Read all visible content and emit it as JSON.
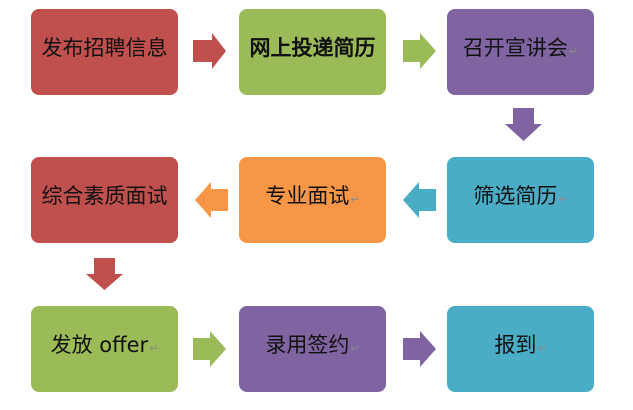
{
  "colors": {
    "red": "#C0504D",
    "green": "#9BBB59",
    "purple": "#8064A2",
    "aqua": "#4BACC6",
    "orange": "#F79646"
  },
  "steps": [
    {
      "label": "发布招聘信息"
    },
    {
      "label": "网上投递简历"
    },
    {
      "label": "召开宣讲会"
    },
    {
      "label": "筛选简历"
    },
    {
      "label": "专业面试"
    },
    {
      "label": "综合素质面试"
    },
    {
      "label": "发放 offer"
    },
    {
      "label": "录用签约"
    },
    {
      "label": "报到"
    }
  ]
}
